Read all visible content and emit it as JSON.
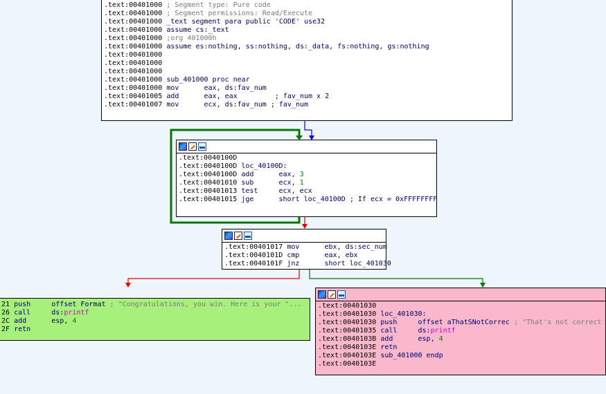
{
  "colors": {
    "background": "#eef6fb",
    "green_node": "#a8f07c",
    "pink_node": "#f9b8cc",
    "true_edge": "#007800",
    "false_edge": "#e00000",
    "flow_edge": "#0000ff"
  },
  "header_icons": [
    "graph-overview-icon",
    "edit-node-icon",
    "screenshot-icon"
  ],
  "nodes": {
    "top": {
      "lines": [
        {
          "addr": ".text:00401000",
          "text": " ; Segment type: Pure code",
          "cls": "cm"
        },
        {
          "addr": ".text:00401000",
          "text": " ; Segment permissions: Read/Execute",
          "cls": "cm"
        },
        {
          "addr": ".text:00401000",
          "text": " _text segment para public 'CODE' use32",
          "cls": "mn"
        },
        {
          "addr": ".text:00401000",
          "text": " assume cs:_text",
          "cls": "mn"
        },
        {
          "addr": ".text:00401000",
          "text": " ;org 401000h",
          "cls": "cm"
        },
        {
          "addr": ".text:00401000",
          "text": " assume es:nothing, ss:nothing, ds:_data, fs:nothing, gs:nothing",
          "cls": "mn"
        },
        {
          "addr": ".text:00401000",
          "text": "",
          "cls": "mn"
        },
        {
          "addr": ".text:00401000",
          "text": "",
          "cls": "mn"
        },
        {
          "addr": ".text:00401000",
          "text": "",
          "cls": "mn"
        },
        {
          "addr": ".text:00401000",
          "text": " sub_401000 proc near",
          "cls": "mn"
        },
        {
          "addr": ".text:00401000",
          "text": " mov      eax, ds:fav_num",
          "cls": "mn"
        },
        {
          "addr": ".text:00401005",
          "text": " add      eax, eax         ; fav_num x 2",
          "cls": "mn"
        },
        {
          "addr": ".text:00401007",
          "text": " mov      ecx, ds:fav_num ; fav_num",
          "cls": "mn"
        }
      ]
    },
    "loop": {
      "lines": [
        {
          "addr": ".text:0040100D",
          "text": ""
        },
        {
          "addr": ".text:0040100D",
          "text": " loc_40100D:"
        },
        {
          "addr": ".text:0040100D",
          "text": " add      eax, ",
          "num": "3"
        },
        {
          "addr": ".text:00401010",
          "text": " sub      ecx, ",
          "num": "1"
        },
        {
          "addr": ".text:00401013",
          "text": " test     ecx, ecx"
        },
        {
          "addr": ".text:00401015",
          "text": " jge      short loc_40100D ; If ecx = 0xFFFFFFFF"
        }
      ]
    },
    "cmp": {
      "lines": [
        {
          "addr": ".text:00401017",
          "text": " mov      ebx, ds:sec_num"
        },
        {
          "addr": ".text:0040101D",
          "text": " cmp      eax, ebx"
        },
        {
          "addr": ".text:0040101F",
          "text": " jnz      short loc_401030"
        }
      ]
    },
    "win": {
      "lines": [
        {
          "addr": "21",
          "text": " push     offset Format",
          "cmt": " ; \"Congratulations, you win. Here is your \"..."
        },
        {
          "addr": "26",
          "text": " call     ds:",
          "imp": "printf"
        },
        {
          "addr": "2C",
          "text": " add      esp, ",
          "num": "4"
        },
        {
          "addr": "2F",
          "text": " retn"
        }
      ]
    },
    "lose": {
      "lines": [
        {
          "addr": ".text:00401030",
          "text": ""
        },
        {
          "addr": ".text:00401030",
          "text": " loc_401030:"
        },
        {
          "addr": ".text:00401030",
          "text": " push     offset aThatSNotCorrec",
          "cmt": " ; \"That's not correct"
        },
        {
          "addr": ".text:00401035",
          "text": " call     ds:",
          "imp": "printf"
        },
        {
          "addr": ".text:0040103B",
          "text": " add      esp, ",
          "num": "4"
        },
        {
          "addr": ".text:0040103E",
          "text": " retn"
        },
        {
          "addr": ".text:0040103E",
          "text": " sub_401000 endp"
        },
        {
          "addr": ".text:0040103E",
          "text": ""
        }
      ]
    }
  }
}
